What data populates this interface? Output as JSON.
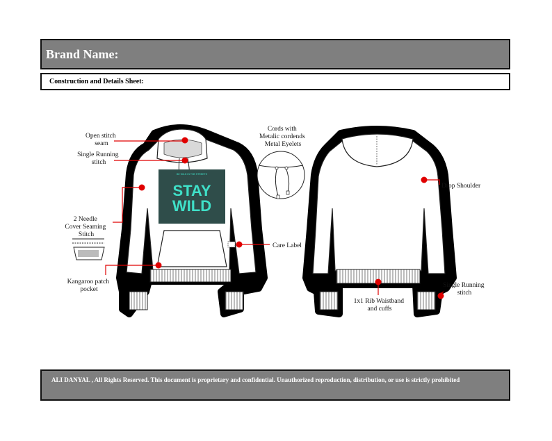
{
  "header": {
    "title": "Brand Name:"
  },
  "subheader": {
    "title": "Construction and Details Sheet:"
  },
  "graphic": {
    "main": "STAY WILD",
    "small": "BE WILD IN THE STREETS"
  },
  "callouts": {
    "open_stitch": [
      "Open stitch",
      "seam"
    ],
    "single_running_front": [
      "Single Running",
      "stitch"
    ],
    "cords": [
      "Cords with",
      "Metalic cordends",
      "Metal Eyelets"
    ],
    "needle_cover": [
      "2 Needle",
      "Cover Seaming",
      "Stitch"
    ],
    "care_label": [
      "Care Label"
    ],
    "kangaroo": [
      "Kangaroo patch",
      "pocket"
    ],
    "drop_shoulder": [
      "Drop Shoulder"
    ],
    "rib": [
      "1x1 Rib Waistband",
      "and cuffs"
    ],
    "single_running_back": [
      "Single Running",
      "stitch"
    ]
  },
  "footer": {
    "text": "ALI DANYAL , All Rights Reserved. This document is proprietary and confidential. Unauthorized reproduction, distribution, or use is strictly prohibited"
  },
  "colors": {
    "header_bg": "#7f7f7f",
    "callout_red": "#e00000",
    "graphic_bg": "#2f4d4a",
    "graphic_text": "#3fe0c8"
  }
}
